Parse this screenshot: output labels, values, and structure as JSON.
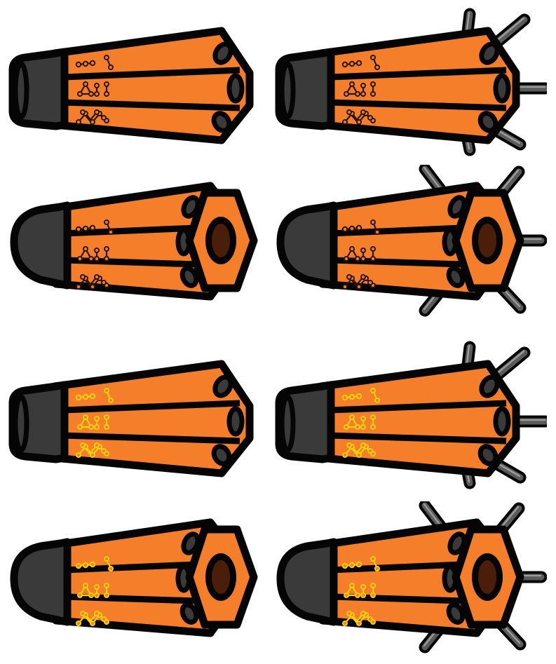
{
  "sprite_sheet": {
    "sprites": [
      {
        "name": "cannon-side-dark-idle",
        "view": "side",
        "glyph_color": "#2a1608",
        "spikes": false
      },
      {
        "name": "cannon-side-dark-armed",
        "view": "side",
        "glyph_color": "#2a1608",
        "spikes": true
      },
      {
        "name": "cannon-front-dark-idle",
        "view": "front",
        "glyph_color": "#2a1608",
        "spikes": false
      },
      {
        "name": "cannon-front-dark-armed",
        "view": "front",
        "glyph_color": "#2a1608",
        "spikes": true
      },
      {
        "name": "cannon-side-gold-idle",
        "view": "side",
        "glyph_color": "#f5d20c",
        "spikes": false
      },
      {
        "name": "cannon-side-gold-armed",
        "view": "side",
        "glyph_color": "#f5d20c",
        "spikes": true
      },
      {
        "name": "cannon-front-gold-idle",
        "view": "front",
        "glyph_color": "#f5d20c",
        "spikes": false
      },
      {
        "name": "cannon-front-gold-armed",
        "view": "front",
        "glyph_color": "#f5d20c",
        "spikes": true
      }
    ],
    "colors": {
      "body": "#f47e2a",
      "outline": "#050505",
      "cap": "#3a3a3a",
      "spike": "#5a5a5a",
      "spike_highlight": "#9a9a9a",
      "barrel": "#4a1e08"
    }
  }
}
